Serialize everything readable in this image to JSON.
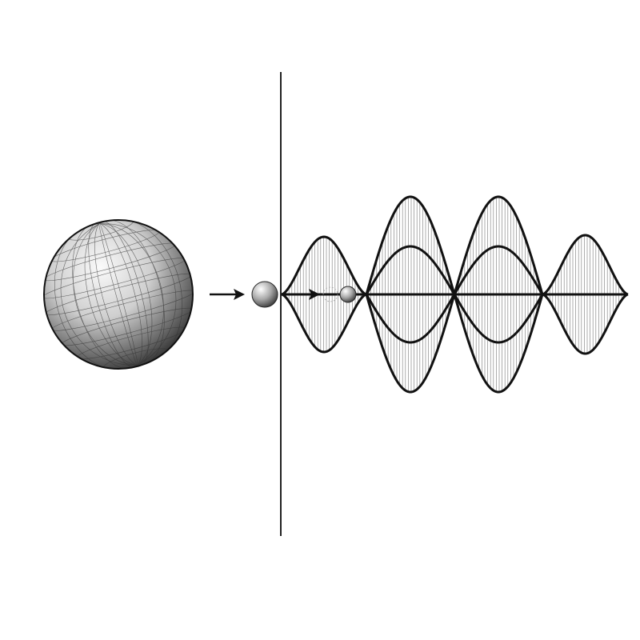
{
  "colors": {
    "background": "#ffffff",
    "ink": "#111111",
    "hatch": "#8a8a8a"
  },
  "illustration": {
    "subjects": [
      "large-sphere",
      "incoming-particle",
      "barrier-line",
      "standing-wave-envelope",
      "transmitted-particle"
    ]
  }
}
